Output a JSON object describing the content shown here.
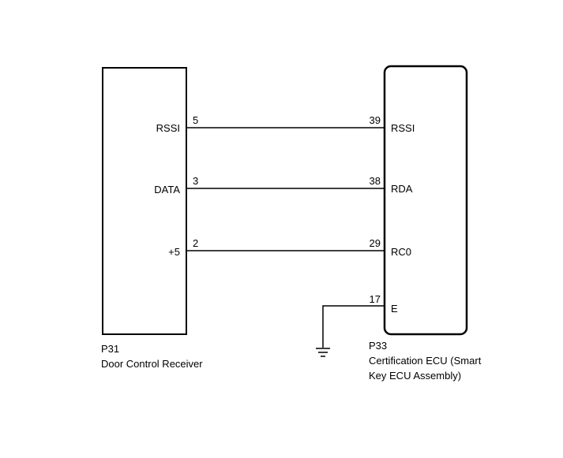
{
  "left_component": {
    "id": "P31",
    "name": "Door Control Receiver",
    "pins": [
      {
        "signal": "RSSI",
        "pin": "5"
      },
      {
        "signal": "DATA",
        "pin": "3"
      },
      {
        "signal": "+5",
        "pin": "2"
      }
    ]
  },
  "right_component": {
    "id": "P33",
    "name_line1": "Certification ECU (Smart",
    "name_line2": "Key ECU Assembly)",
    "pins": [
      {
        "signal": "RSSI",
        "pin": "39"
      },
      {
        "signal": "RDA",
        "pin": "38"
      },
      {
        "signal": "RC0",
        "pin": "29"
      },
      {
        "signal": "E",
        "pin": "17"
      }
    ]
  },
  "colors": {
    "line": "#000000",
    "background": "#ffffff"
  }
}
